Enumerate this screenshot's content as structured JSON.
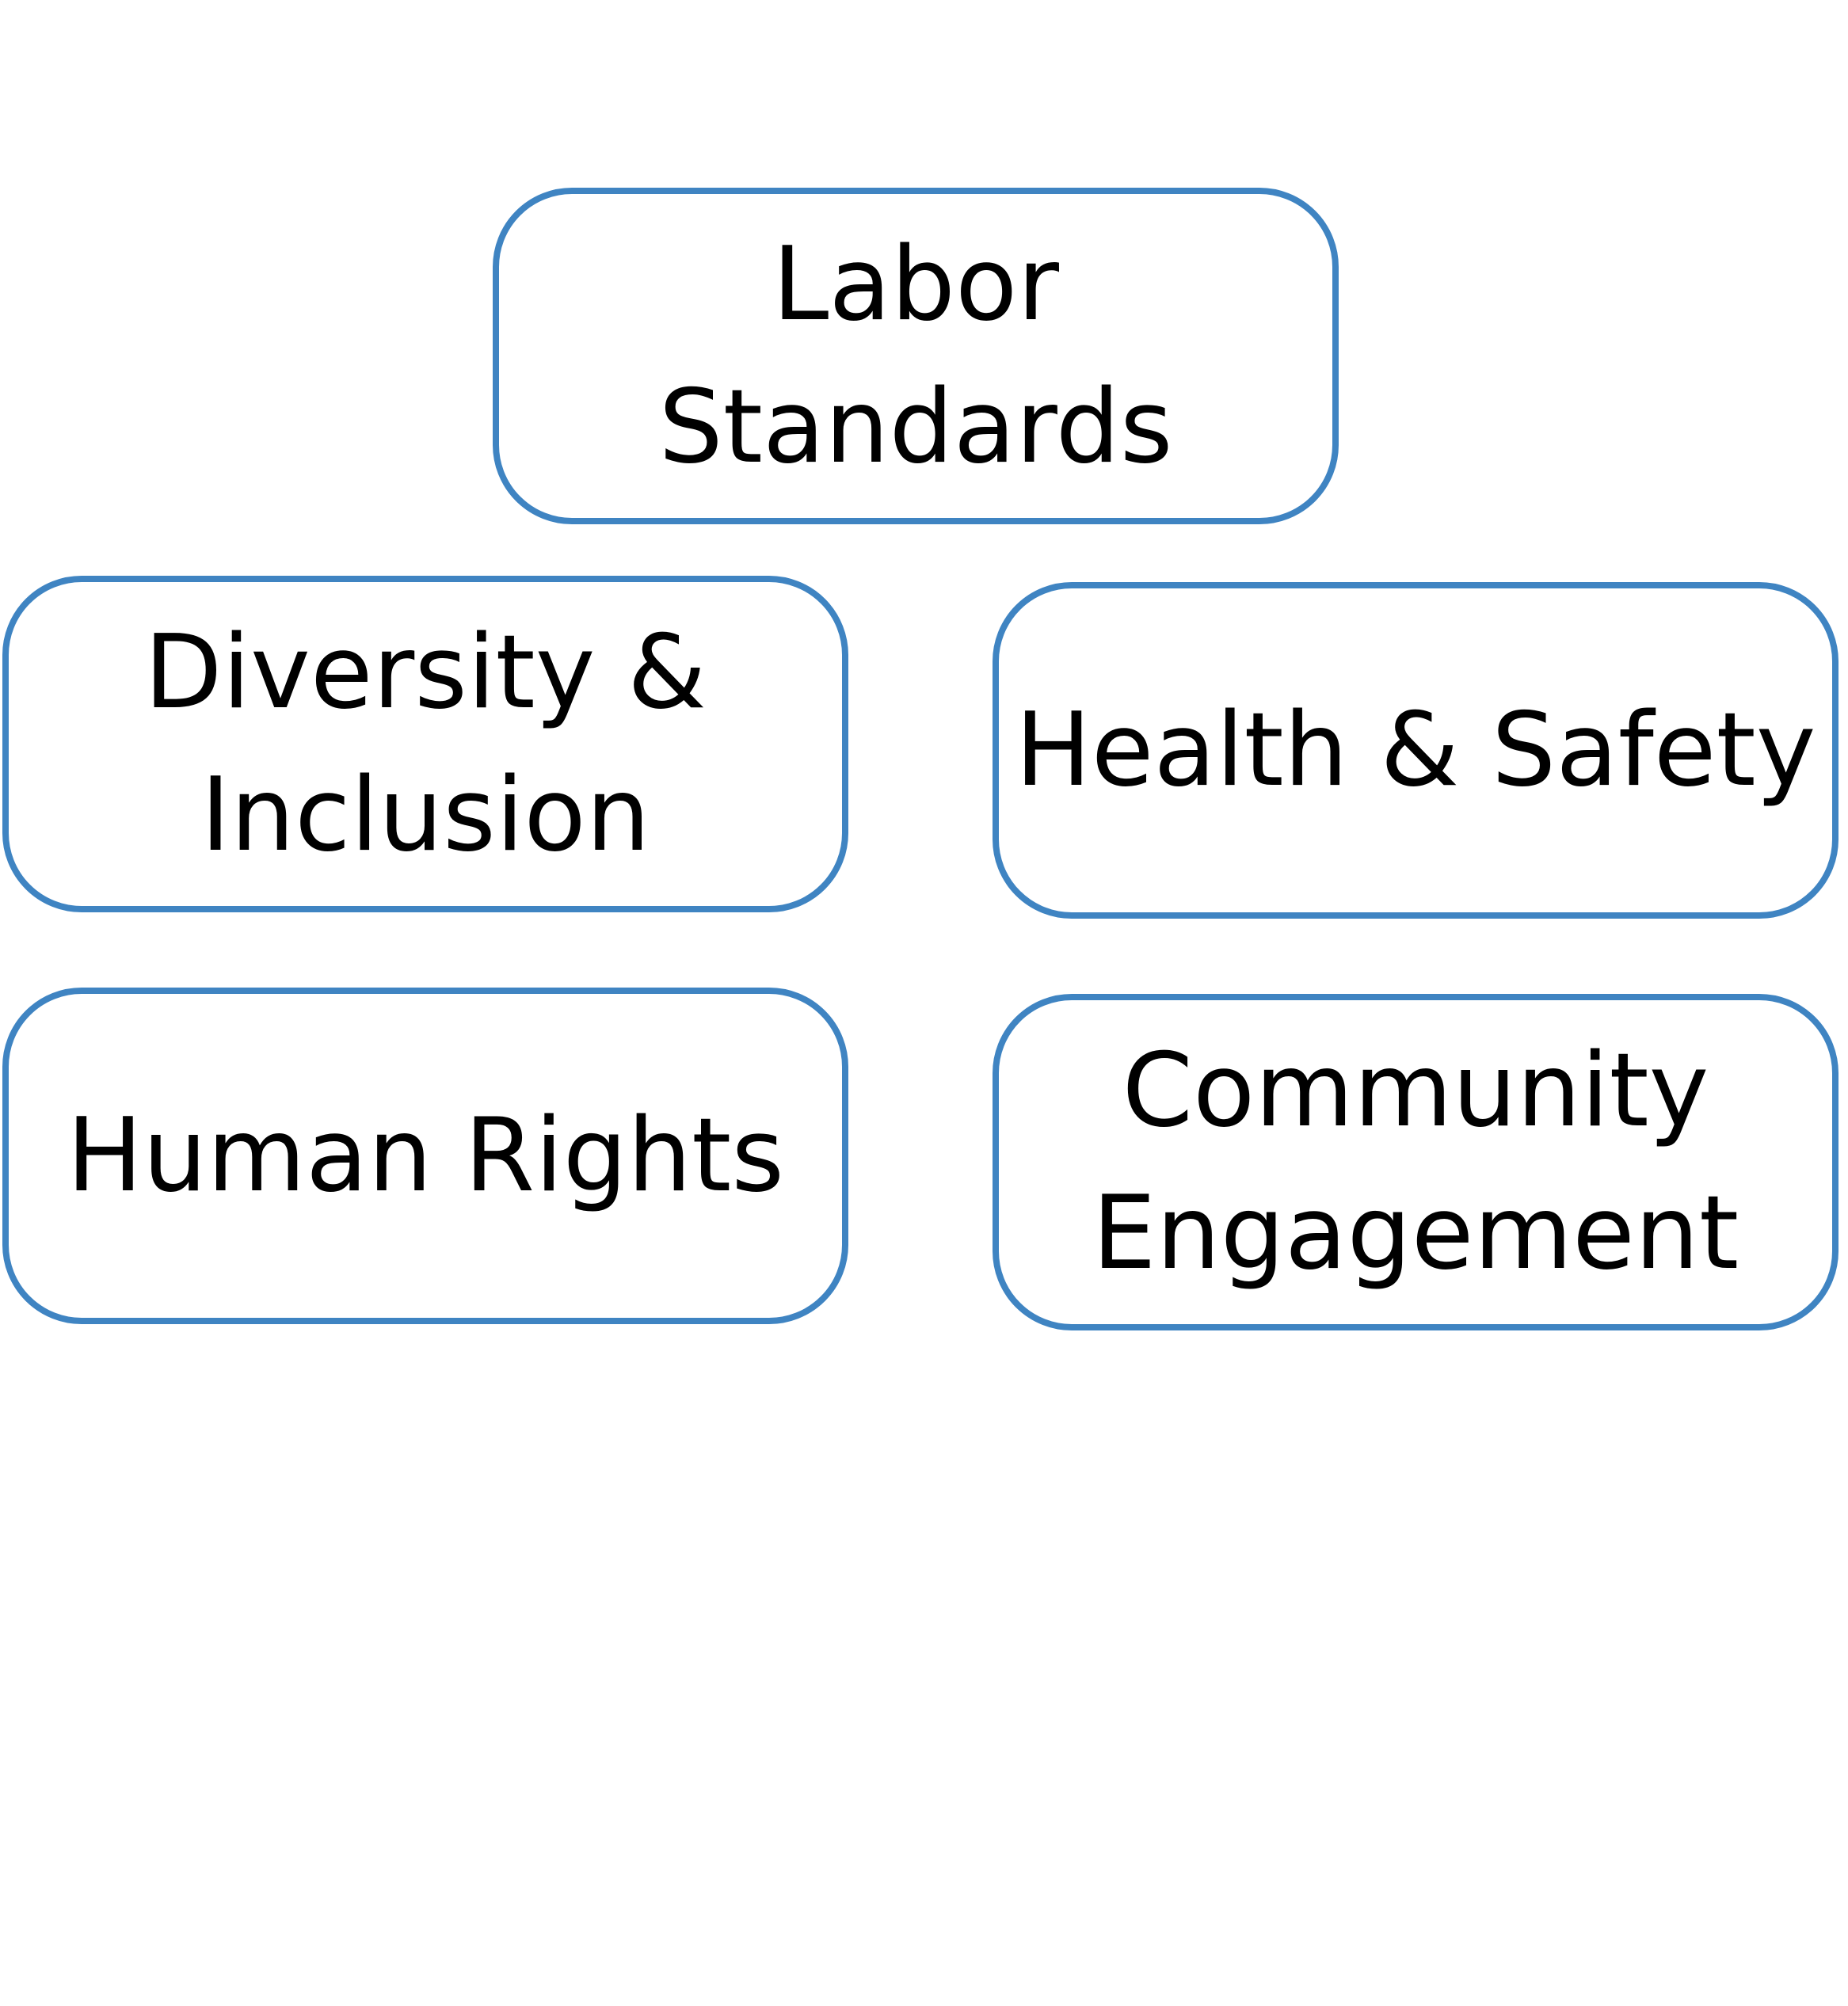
{
  "colors": {
    "box_border": "#3f84c2",
    "text": "#000000",
    "background": "#ffffff"
  },
  "boxes": {
    "labor": "Labor\nStandards",
    "diversity": "Diversity &\nInclusion",
    "health": "Health & Safety",
    "human": "Human Rights",
    "community": "Community\nEngagement"
  }
}
